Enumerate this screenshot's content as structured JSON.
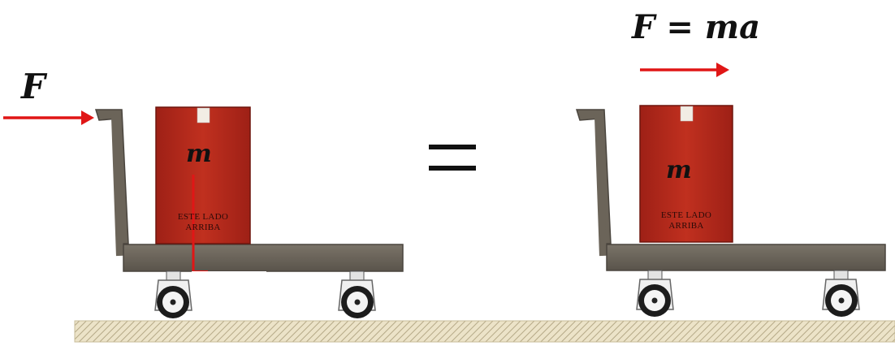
{
  "labels": {
    "applied_force": "F",
    "equation": "F = ma",
    "mass_left": "m",
    "mass_right": "m"
  },
  "box": {
    "line1": "ESTE LADO",
    "line2": "ARRIBA"
  },
  "colors": {
    "arrow": "#e01616",
    "box": "#b8291c",
    "cart": "#6b6459",
    "floor": "#e6dcc0"
  }
}
